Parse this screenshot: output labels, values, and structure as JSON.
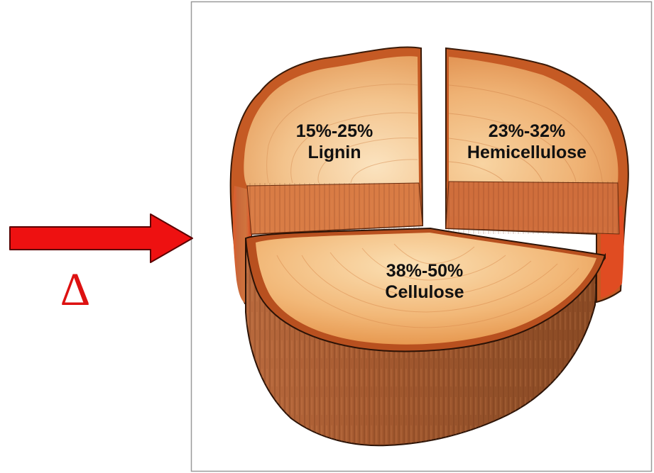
{
  "colors": {
    "arrow": "#ee1111",
    "arrow_outline": "#5a0000",
    "bark_outer": "#c55a24",
    "bark_edge": "#e24a1e",
    "wood_light": "#f7d4a0",
    "wood_mid": "#eaa468",
    "wood_side": "#a9592f",
    "wood_side_dark": "#7a3a1a",
    "frame": "#9a9a9a"
  },
  "arrow": {
    "icon": "right-arrow-icon",
    "symbol": "Δ"
  },
  "segments": {
    "lignin": {
      "range": "15%-25%",
      "name": "Lignin"
    },
    "hemicellulose": {
      "range": "23%-32%",
      "name": "Hemicellulose"
    },
    "cellulose": {
      "range": "38%-50%",
      "name": "Cellulose"
    }
  }
}
